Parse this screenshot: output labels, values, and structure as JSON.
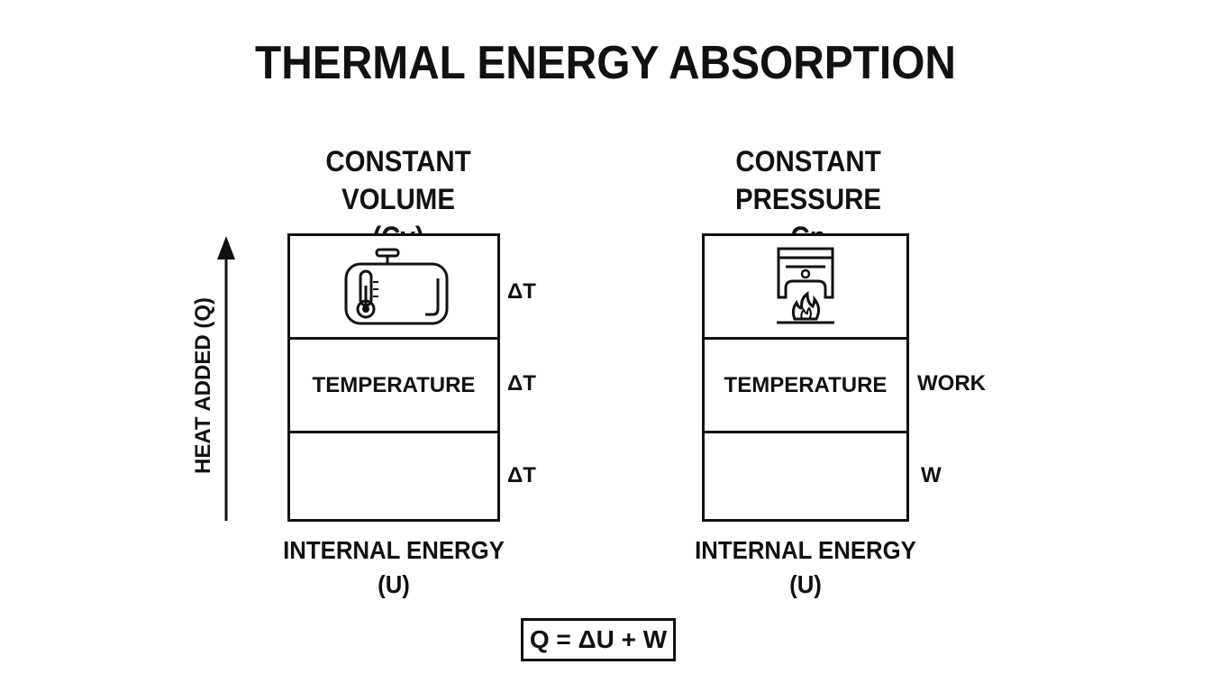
{
  "title": "THERMAL ENERGY ABSORPTION",
  "axis_label": "HEAT ADDED (Q)",
  "left": {
    "heading": "CONSTANT VOLUME",
    "subheading": "(Cv)",
    "icon": "sealed-tank-with-thermometer-icon",
    "middle_label": "TEMPERATURE",
    "side_labels": [
      "ΔT",
      "ΔT",
      "ΔT"
    ],
    "bottom_label": "INTERNAL ENERGY",
    "bottom_sub": "(U)"
  },
  "right": {
    "heading": "CONSTANT PRESSURE",
    "subheading": "Cp",
    "icon": "piston-cylinder-with-flame-icon",
    "middle_label": "TEMPERATURE",
    "side_labels": [
      "WORK",
      "W"
    ],
    "bottom_label": "INTERNAL ENERGY",
    "bottom_sub": "(U)"
  },
  "equation": "Q = ΔU + W"
}
